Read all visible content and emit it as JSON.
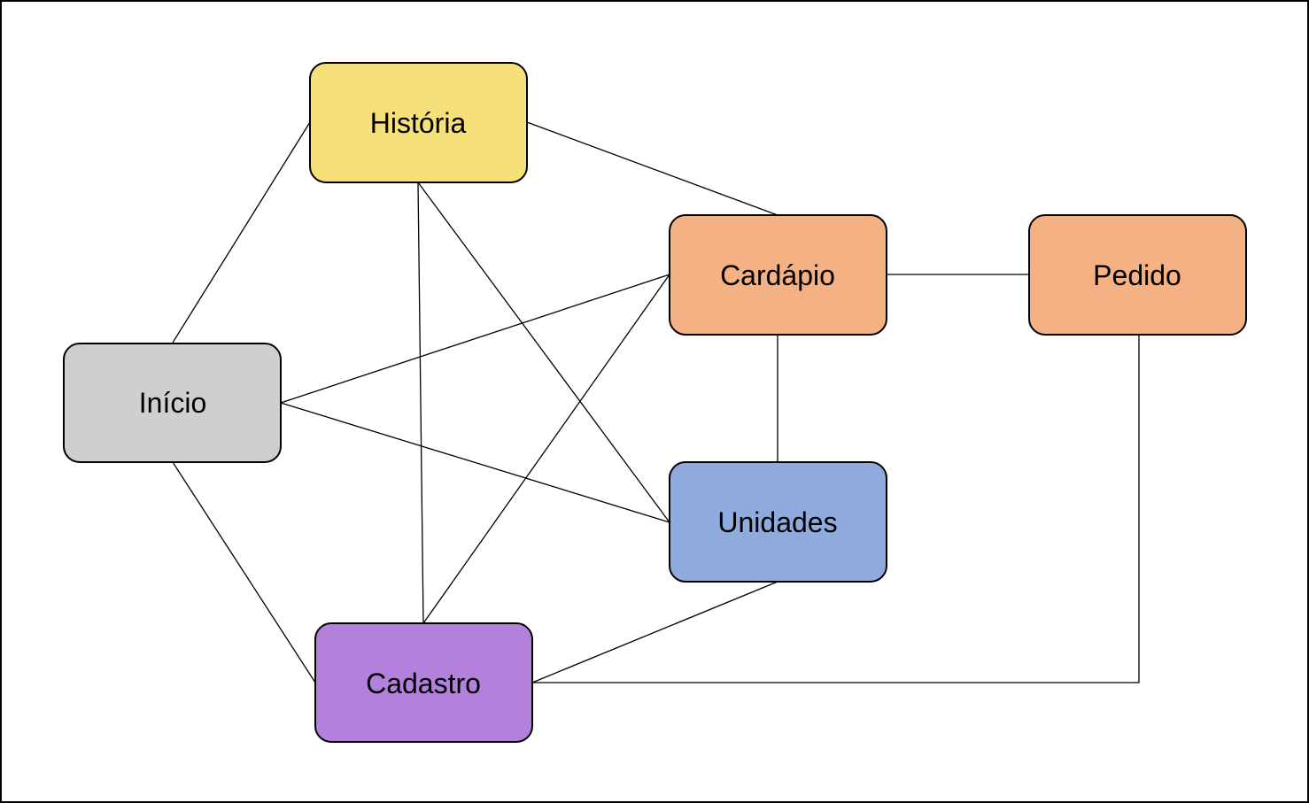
{
  "diagram": {
    "colors": {
      "background": "#ffffff",
      "frame": "#000000",
      "edge": "#000000"
    },
    "nodes": [
      {
        "id": "historia",
        "label": "História",
        "color": "#f6e07a"
      },
      {
        "id": "inicio",
        "label": "Início",
        "color": "#d0cece"
      },
      {
        "id": "cardapio",
        "label": "Cardápio",
        "color": "#f4b183"
      },
      {
        "id": "pedido",
        "label": "Pedido",
        "color": "#f4b183"
      },
      {
        "id": "unidades",
        "label": "Unidades",
        "color": "#8faadc"
      },
      {
        "id": "cadastro",
        "label": "Cadastro",
        "color": "#b381db"
      }
    ],
    "edges": [
      {
        "from": "inicio",
        "to": "historia"
      },
      {
        "from": "inicio",
        "to": "cardapio"
      },
      {
        "from": "inicio",
        "to": "unidades"
      },
      {
        "from": "inicio",
        "to": "cadastro"
      },
      {
        "from": "historia",
        "to": "cardapio"
      },
      {
        "from": "historia",
        "to": "unidades"
      },
      {
        "from": "historia",
        "to": "cadastro"
      },
      {
        "from": "cardapio",
        "to": "pedido"
      },
      {
        "from": "cardapio",
        "to": "unidades"
      },
      {
        "from": "cardapio",
        "to": "cadastro"
      },
      {
        "from": "unidades",
        "to": "cadastro"
      },
      {
        "from": "pedido",
        "to": "cadastro"
      }
    ]
  }
}
